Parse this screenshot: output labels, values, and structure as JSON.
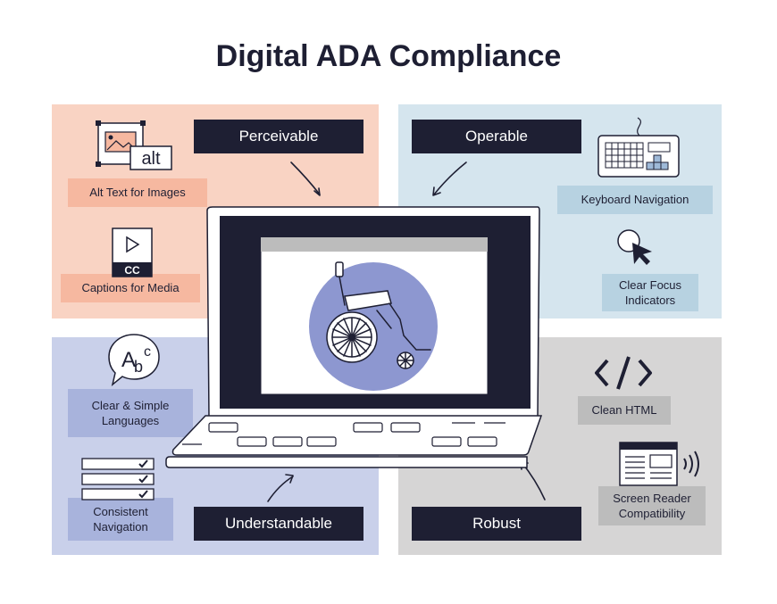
{
  "title": "Digital ADA Compliance",
  "principles": {
    "perceivable": "Perceivable",
    "operable": "Operable",
    "understandable": "Understandable",
    "robust": "Robust"
  },
  "features": {
    "alt_text": "Alt Text for Images",
    "captions": "Captions for Media",
    "keyboard_nav": "Keyboard Navigation",
    "focus_line1": "Clear Focus",
    "focus_line2": "Indicators",
    "language_line1": "Clear & Simple",
    "language_line2": "Languages",
    "consistent_line1": "Consistent",
    "consistent_line2": "Navigation",
    "clean_html": "Clean HTML",
    "screen_reader_line1": "Screen Reader",
    "screen_reader_line2": "Compatibility"
  },
  "icon_text": {
    "alt_badge": "alt",
    "cc_badge": "CC",
    "abc_a": "A",
    "abc_b": "b",
    "abc_c": "c",
    "code_symbol": "</>"
  },
  "icons": [
    "image-icon",
    "play-captions-icon",
    "keyboard-icon",
    "pointer-cursor-icon",
    "speech-bubble-abc-icon",
    "checklist-icon",
    "code-icon",
    "screen-reader-icon",
    "laptop-icon",
    "wheelchair-icon"
  ],
  "colors": {
    "navy": "#1e1f33",
    "perceivable_bg": "#f9d3c3",
    "operable_bg": "#d5e5ee",
    "understandable_bg": "#c9d0ea",
    "robust_bg": "#d6d5d5",
    "wheelchair_circle": "#8d97d0"
  }
}
